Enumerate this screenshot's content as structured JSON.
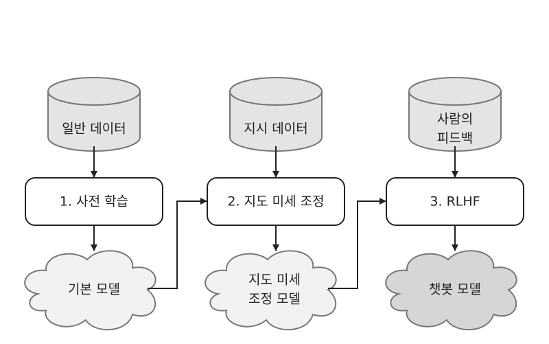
{
  "diagram": {
    "data_sources": [
      {
        "lines": [
          "일반 데이터"
        ]
      },
      {
        "lines": [
          "지시 데이터"
        ]
      },
      {
        "lines": [
          "사람의",
          "피드백"
        ]
      }
    ],
    "stages": [
      {
        "label": "1. 사전 학습"
      },
      {
        "label": "2. 지도 미세 조정"
      },
      {
        "label": "3. RLHF"
      }
    ],
    "models": [
      {
        "lines": [
          "기본 모델"
        ],
        "fill": "#f2f2f2"
      },
      {
        "lines": [
          "지도 미세",
          "조정 모델"
        ],
        "fill": "#f2f2f2"
      },
      {
        "lines": [
          "챗봇 모델"
        ],
        "fill": "#d6d6d6"
      }
    ],
    "colors": {
      "cylinder_fill": "#e4e4e4",
      "stroke": "#777777",
      "box_stroke": "#222222",
      "arrow": "#222222"
    }
  }
}
